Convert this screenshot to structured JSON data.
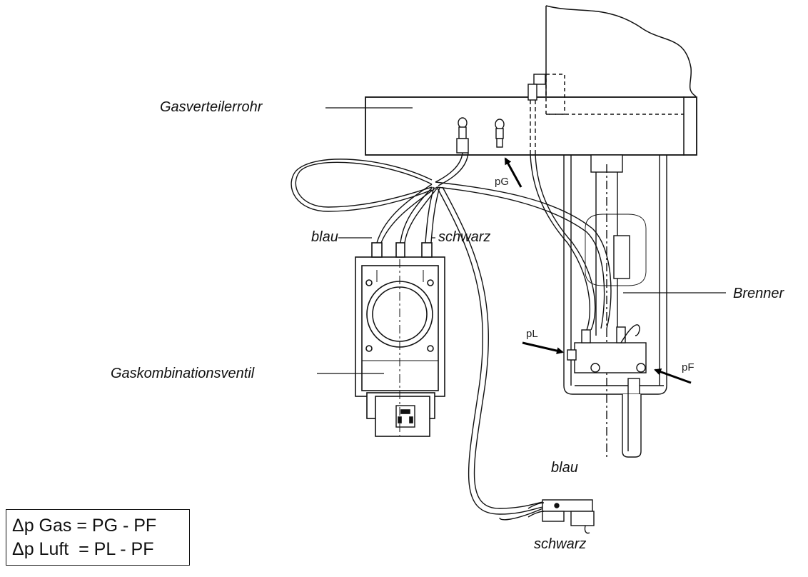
{
  "labels": {
    "gas_distributor_pipe": "Gasverteilerrohr",
    "burner": "Brenner",
    "gas_combination_valve": "Gaskombinationsventil",
    "blue_top": "blau",
    "black_top": "schwarz",
    "blue_bottom": "blau",
    "black_bottom": "schwarz"
  },
  "pressure_points": {
    "gas": "pG",
    "air": "pL",
    "furnace": "pF"
  },
  "formulas": [
    "Δp Gas = PG - PF",
    "Δp Luft  = PL - PF"
  ]
}
